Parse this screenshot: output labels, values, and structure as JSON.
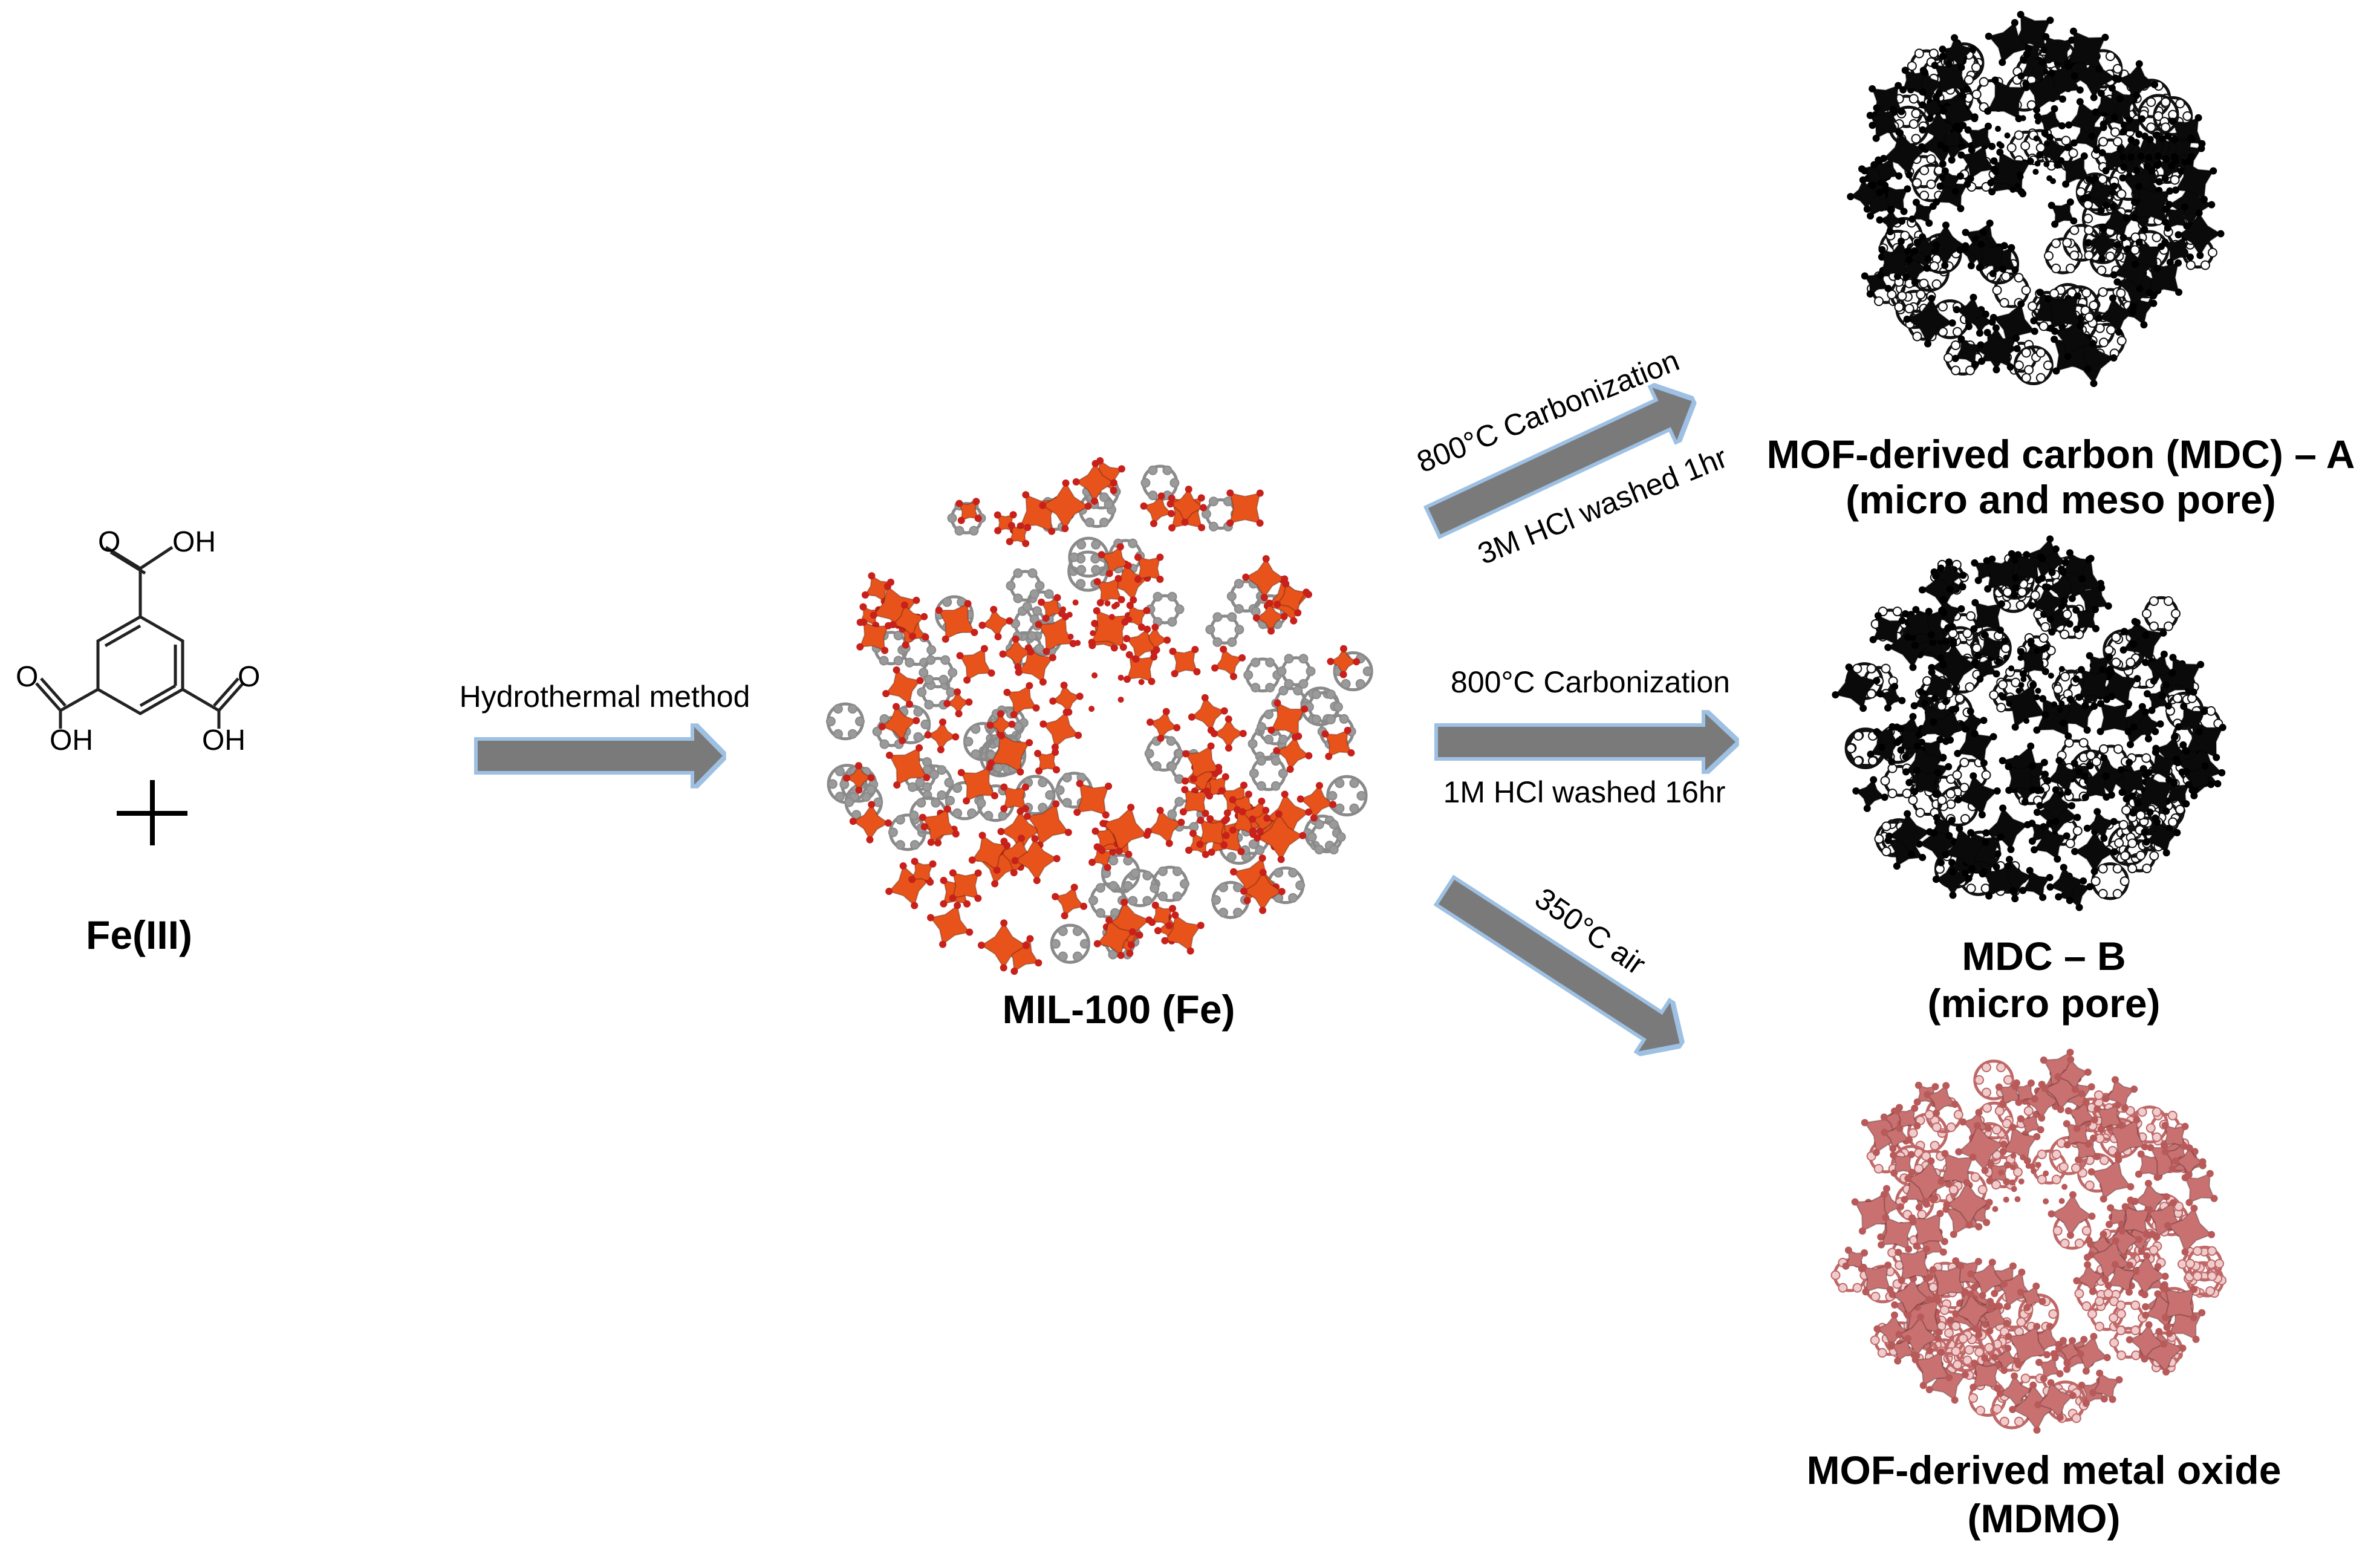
{
  "reagents": {
    "ligand_labels": {
      "top_O": "O",
      "top_OH": "OH",
      "left_O": "O",
      "left_OH": "OH",
      "right_O": "O",
      "right_OH": "OH"
    },
    "metal": "Fe(III)"
  },
  "steps": {
    "hydrothermal": "Hydrothermal method",
    "route_a_upper": "800°C Carbonization",
    "route_a_lower": "3M HCl washed 1hr",
    "route_b_upper": "800°C Carbonization",
    "route_b_lower": "1M HCl washed 16hr",
    "route_c": "350°C air"
  },
  "products": {
    "mof": "MIL-100 (Fe)",
    "mdc_a_line1": "MOF-derived carbon (MDC) – A",
    "mdc_a_line2": "(micro and meso pore)",
    "mdc_b_line1": "MDC – B",
    "mdc_b_line2": "(micro pore)",
    "mdmo_line1": "MOF-derived metal oxide",
    "mdmo_line2": "(MDMO)"
  },
  "colors": {
    "mof_polyhedra": "#e8531c",
    "mof_carbon": "#8a8a8a",
    "mof_oxygen": "#c8201a",
    "carbon_polyhedra": "#0a0a0a",
    "carbon_atoms": "#ffffff",
    "oxide_polyhedra": "#c97070",
    "arrow_fill": "#7a7a7a",
    "arrow_outline": "#9dc0e3"
  }
}
